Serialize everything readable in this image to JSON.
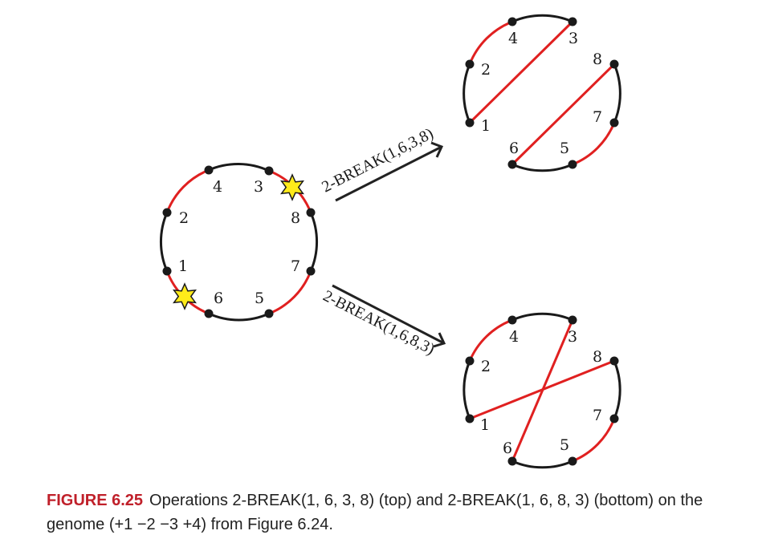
{
  "diagram": {
    "colors": {
      "black_edge": "#1a1a1a",
      "red_edge": "#e02020",
      "node": "#1a1a1a",
      "star_fill": "#ffeb1a",
      "arrow": "#222222",
      "caption_tag": "#c0202a"
    },
    "original_genome": {
      "labels": [
        "4",
        "3",
        "2",
        "8",
        "1",
        "7",
        "6",
        "5"
      ],
      "break_markers": [
        "star-icon",
        "star-icon"
      ]
    },
    "top_result": {
      "labels": [
        "4",
        "3",
        "2",
        "8",
        "1",
        "7",
        "6",
        "5"
      ]
    },
    "bottom_result": {
      "labels": [
        "4",
        "3",
        "2",
        "8",
        "1",
        "7",
        "6",
        "5"
      ]
    },
    "arrows": {
      "top_label": "2-BREAK(1,6,3,8)",
      "bottom_label": "2-BREAK(1,6,8,3)"
    }
  },
  "caption": {
    "figure_tag": "FIGURE 6.25",
    "text": "Operations 2-BREAK(1, 6, 3, 8) (top) and 2-BREAK(1, 6, 8, 3) (bottom) on the genome (+1 −2 −3 +4) from Figure 6.24."
  }
}
